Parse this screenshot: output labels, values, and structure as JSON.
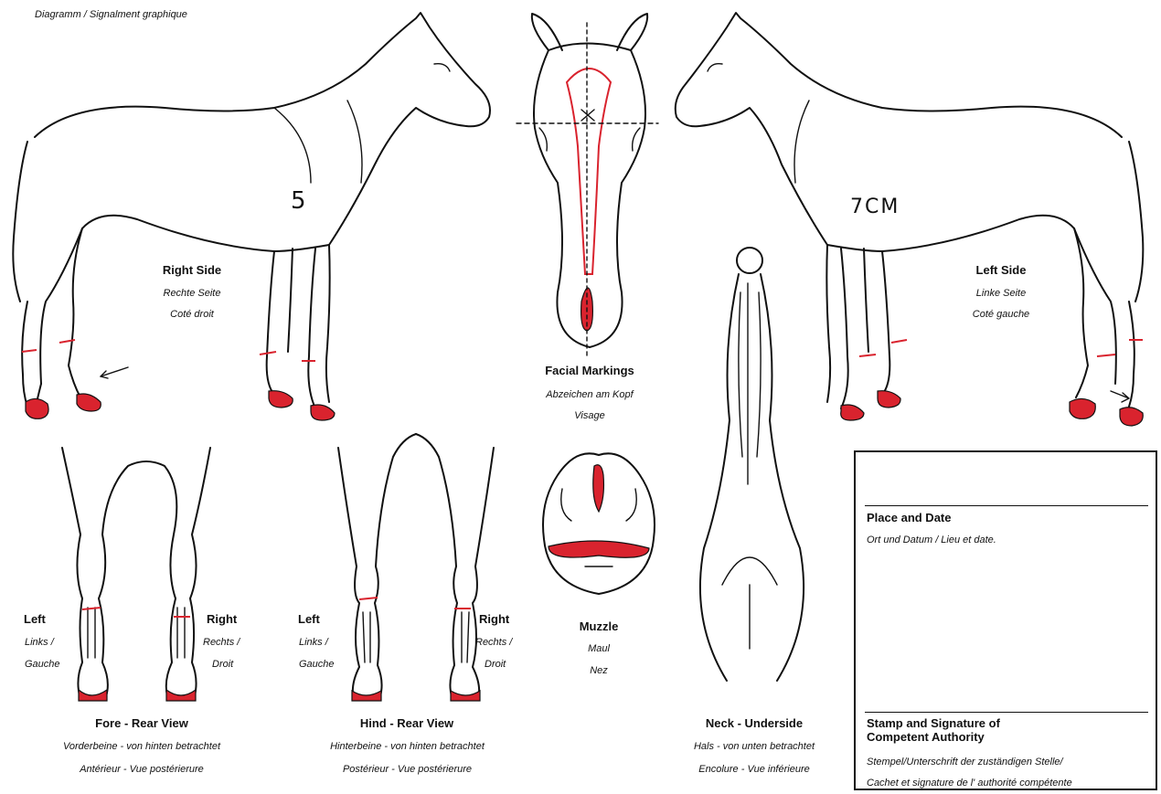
{
  "header": {
    "title": "Diagramm / Signalment graphique"
  },
  "right_side": {
    "title": "Right Side",
    "de": "Rechte Seite",
    "fr": "Coté droit",
    "handwriting": "5"
  },
  "left_side": {
    "title": "Left Side",
    "de": "Linke Seite",
    "fr": "Coté gauche",
    "handwriting": "7CM"
  },
  "facial": {
    "title": "Facial Markings",
    "de": "Abzeichen am Kopf",
    "fr": "Visage"
  },
  "muzzle": {
    "title": "Muzzle",
    "de": "Maul",
    "fr": "Nez"
  },
  "fore_rear": {
    "title": "Fore - Rear View",
    "de": "Vorderbeine - von hinten betrachtet",
    "fr": "Antérieur - Vue postérierure",
    "left": "Left",
    "left_sub1": "Links /",
    "left_sub2": "Gauche",
    "right": "Right",
    "right_sub1": "Rechts /",
    "right_sub2": "Droit"
  },
  "hind_rear": {
    "title": "Hind - Rear View",
    "de": "Hinterbeine - von hinten betrachtet",
    "fr": "Postérieur - Vue postérierure",
    "left": "Left",
    "left_sub1": "Links /",
    "left_sub2": "Gauche",
    "right": "Right",
    "right_sub1": "Rechts /",
    "right_sub2": "Droit"
  },
  "neck": {
    "title": "Neck - Underside",
    "de": "Hals - von unten betrachtet",
    "fr": "Encolure - Vue inférieure"
  },
  "authority": {
    "place_title": "Place and Date",
    "place_sub": "Ort und Datum / Lieu et date.",
    "stamp_title1": "Stamp and Signature of",
    "stamp_title2": "Competent Authority",
    "stamp_sub1": "Stempel/Unterschrift der zuständigen Stelle/",
    "stamp_sub2": "Cachet et signature de l' authorité compétente"
  },
  "colors": {
    "marking": "#d9232e",
    "ink": "#111111"
  }
}
